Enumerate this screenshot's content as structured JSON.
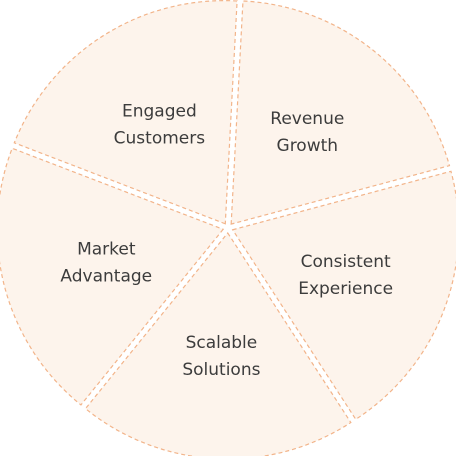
{
  "colors": {
    "fill": "#fdf4ec",
    "stroke": "#f2b48a",
    "text": "#3c3c3c",
    "background": "#ffffff"
  },
  "segments": [
    {
      "line1": "Revenue",
      "line2": "Growth"
    },
    {
      "line1": "Consistent",
      "line2": "Experience"
    },
    {
      "line1": "Scalable",
      "line2": "Solutions"
    },
    {
      "line1": "Market",
      "line2": "Advantage"
    },
    {
      "line1": "Engaged",
      "line2": "Customers"
    }
  ]
}
